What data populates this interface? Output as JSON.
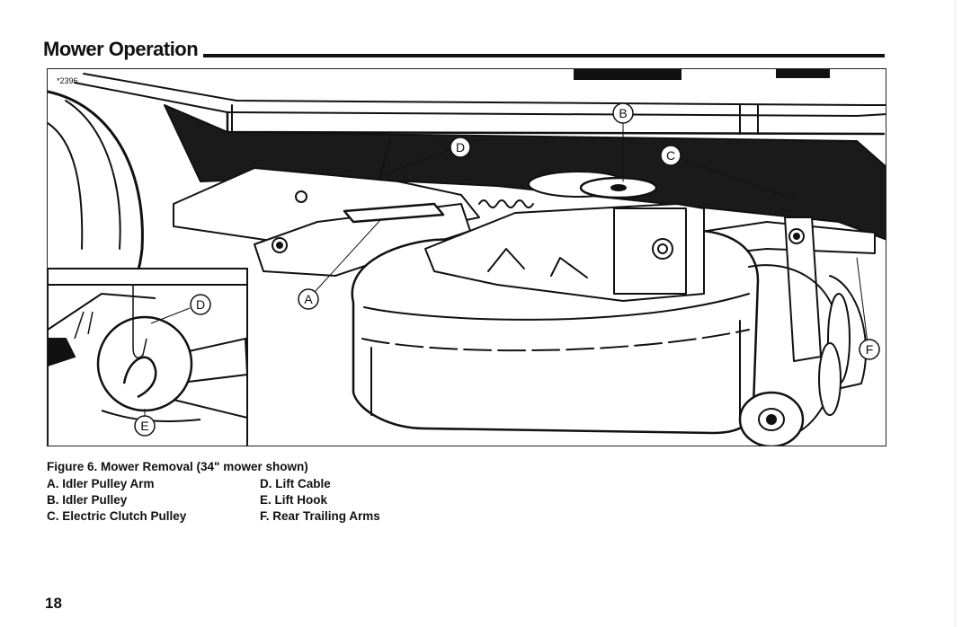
{
  "header": {
    "title": "Mower Operation"
  },
  "figure": {
    "number": "*2396",
    "callouts": [
      "A",
      "B",
      "C",
      "D",
      "E",
      "F"
    ],
    "inset_callouts": [
      "D",
      "E"
    ]
  },
  "caption": {
    "title": "Figure 6. Mower Removal (34\" mower shown)",
    "legend_left": [
      "A. Idler Pulley Arm",
      "B. Idler Pulley",
      "C. Electric Clutch Pulley"
    ],
    "legend_right": [
      "D. Lift Cable",
      "E. Lift Hook",
      "F. Rear Trailing Arms"
    ]
  },
  "footer": {
    "page_number": "18"
  }
}
